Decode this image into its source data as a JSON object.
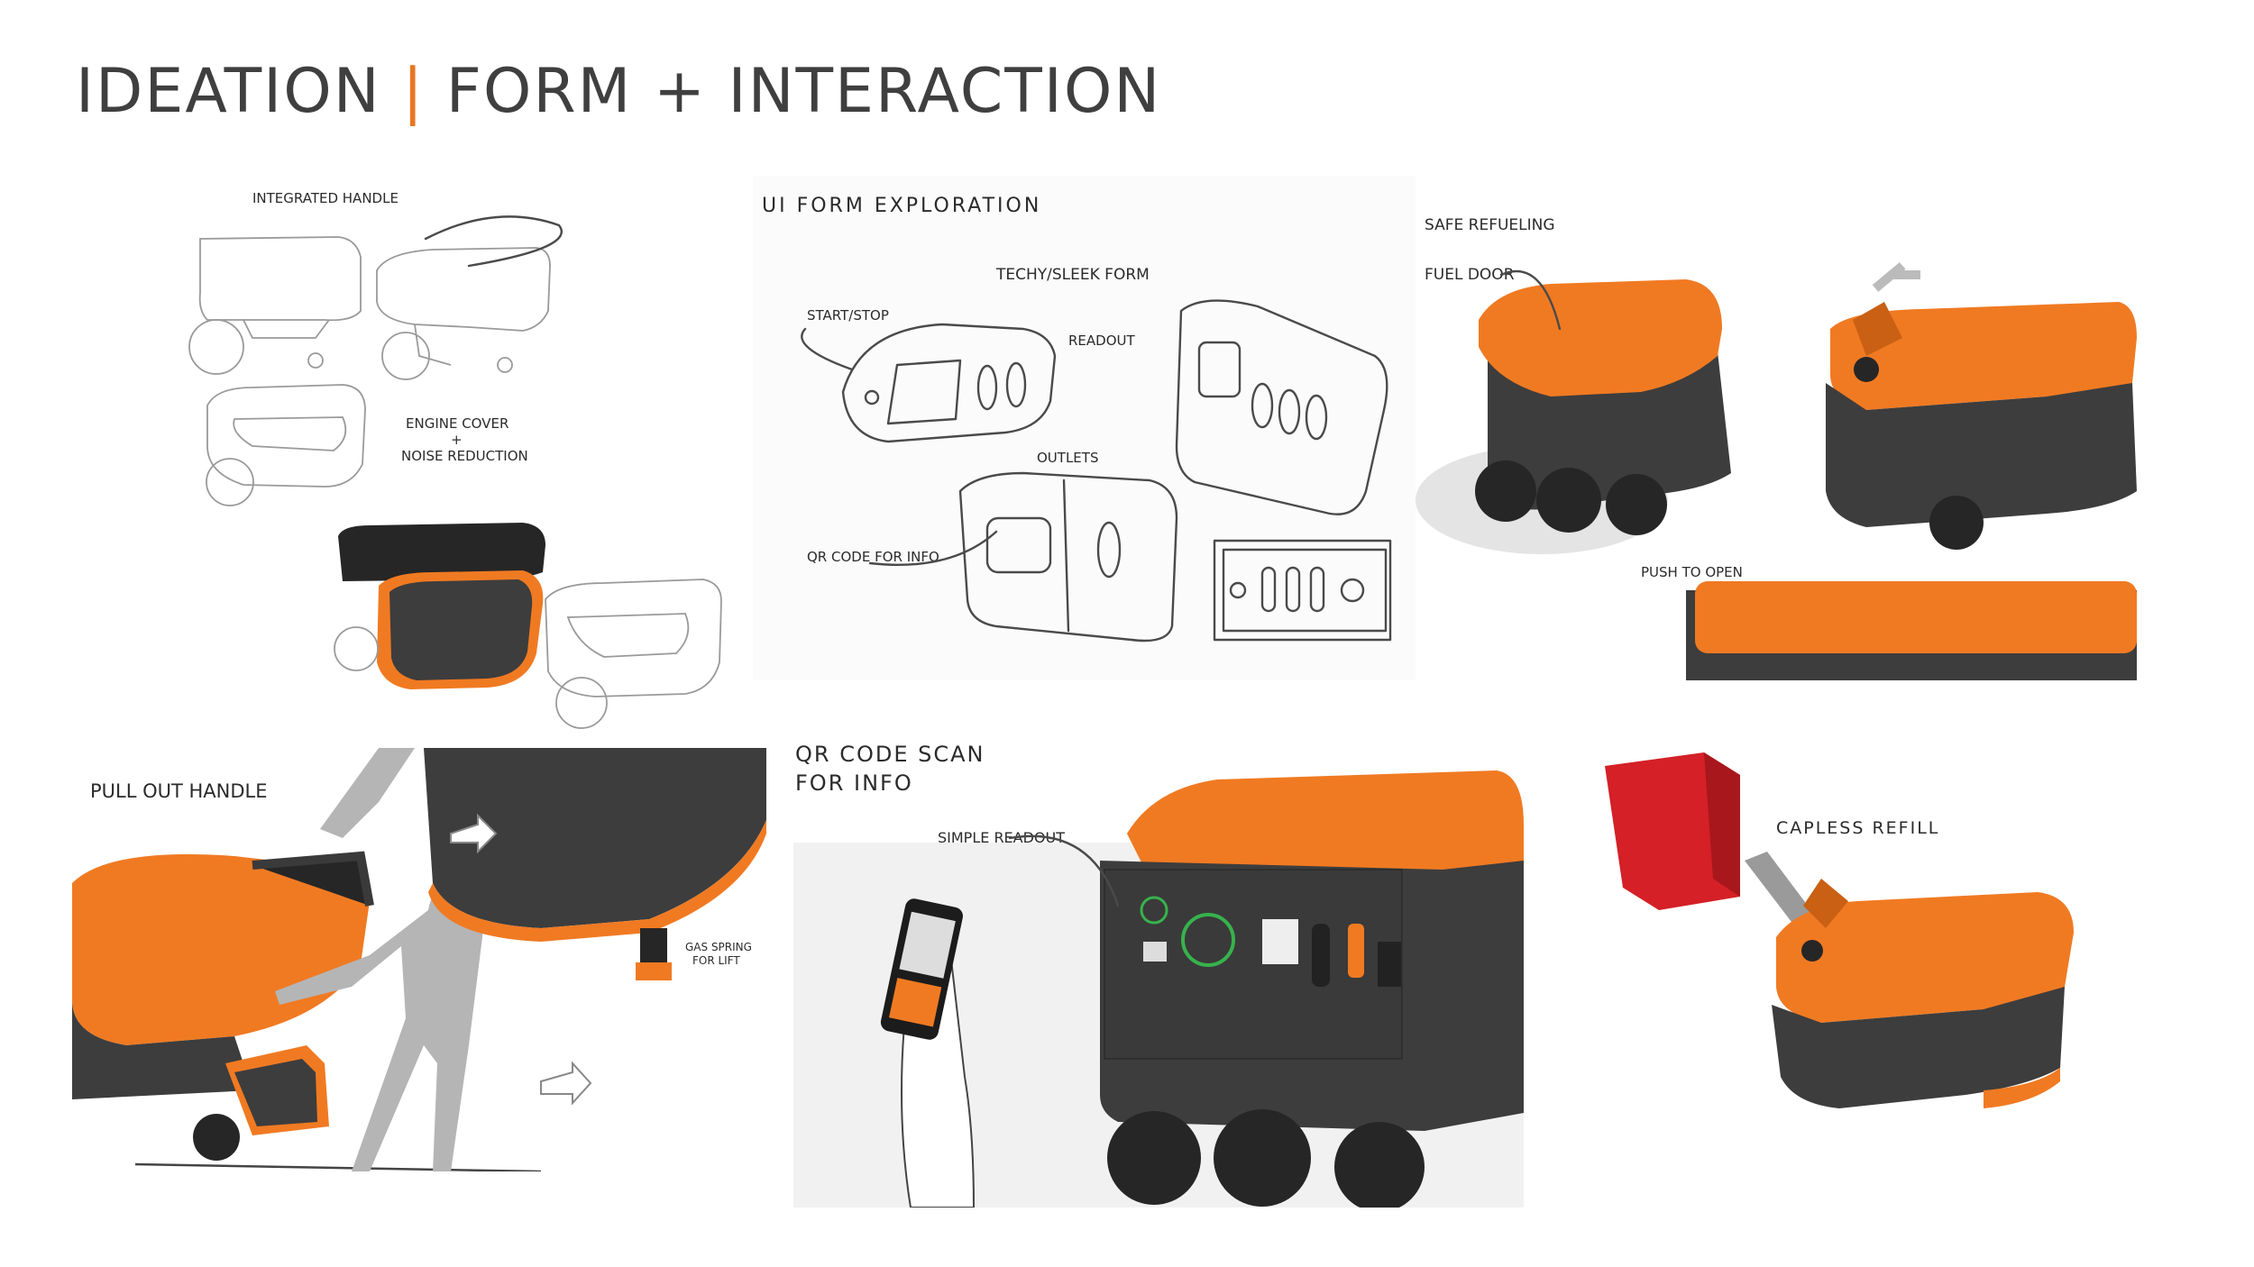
{
  "header": {
    "title_left": "IDEATION",
    "title_separator": "|",
    "title_right": "FORM + INTERACTION",
    "accent_color": "#e87722"
  },
  "colors": {
    "body_orange": "#f07a22",
    "body_gray": "#3d3d3d",
    "wheel_black": "#262626",
    "fuel_red": "#d42026"
  },
  "panels": {
    "engine_cover": {
      "label_handle": "INTEGRATED HANDLE",
      "label_cover": "ENGINE COVER",
      "label_plus": "+",
      "label_noise": "NOISE REDUCTION"
    },
    "ui_form": {
      "heading": "UI FORM EXPLORATION",
      "label_techy": "TECHY/SLEEK FORM",
      "label_start": "START/STOP",
      "label_readout": "READOUT",
      "label_outlets": "OUTLETS",
      "label_qr": "QR CODE FOR INFO"
    },
    "refueling": {
      "heading": "SAFE REFUELING",
      "label_fuel_door": "FUEL DOOR",
      "label_push": "PUSH TO OPEN"
    },
    "handle": {
      "label_pull": "PULL OUT HANDLE",
      "label_gas_spring_1": "GAS SPRING",
      "label_gas_spring_2": "FOR LIFT"
    },
    "qr_scan": {
      "heading_1": "QR CODE SCAN",
      "heading_2": "FOR INFO",
      "label_readout": "SIMPLE READOUT"
    },
    "refill": {
      "label": "CAPLESS REFILL"
    }
  }
}
